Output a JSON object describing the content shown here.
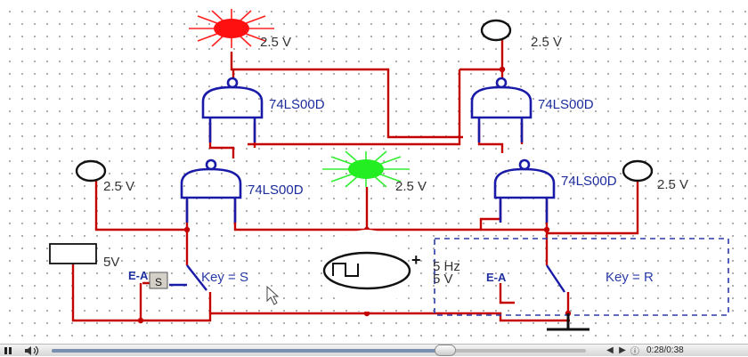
{
  "circuit": {
    "gates": [
      {
        "id": "u1",
        "label": "74LS00D"
      },
      {
        "id": "u2",
        "label": "74LS00D"
      },
      {
        "id": "u3",
        "label": "74LS00D"
      },
      {
        "id": "u4",
        "label": "74LS00D"
      }
    ],
    "probes": [
      {
        "id": "probe-top-left",
        "label": "2.5 V",
        "state": "on",
        "color": "#ff0000"
      },
      {
        "id": "probe-top-right",
        "label": "2.5 V",
        "state": "off"
      },
      {
        "id": "probe-mid-left",
        "label": "2.5 V",
        "state": "off"
      },
      {
        "id": "probe-center",
        "label": "2.5 V",
        "state": "on",
        "color": "#22ee22"
      },
      {
        "id": "probe-mid-right",
        "label": "2.5 V",
        "state": "off"
      }
    ],
    "supply_label": "5V",
    "clock": {
      "freq_label": "5 Hz",
      "volt_label": "5 V",
      "plus_sign": "+"
    },
    "switch_s": {
      "ea_label": "E-A",
      "key_label": "Key = S",
      "hotkey": "S"
    },
    "switch_r": {
      "ea_label": "E-A",
      "key_label": "Key = R"
    },
    "colors": {
      "wire": "#c40000",
      "gate": "#1a1aa8",
      "label": "#1d2c9c"
    }
  },
  "player": {
    "pause_icon": "pause-icon",
    "volume_icon": "volume-icon",
    "progress": 0.737,
    "time_text": "0:28/0:38"
  }
}
